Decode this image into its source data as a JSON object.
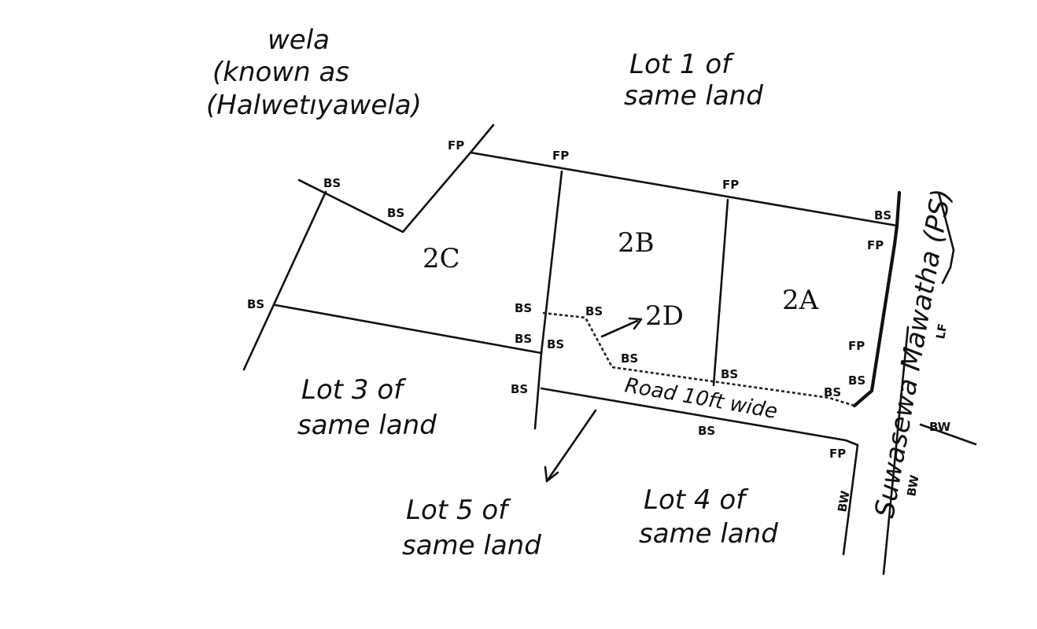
{
  "labels": {
    "wela_1": "wela",
    "wela_2": "(known as",
    "wela_3": "(Halwetıyawela)",
    "lot1_1": "Lot 1 of",
    "lot1_2": "same land",
    "lot3_1": "Lot 3 of",
    "lot3_2": "same land",
    "lot4_1": "Lot 4 of",
    "lot4_2": "same land",
    "lot5_1": "Lot 5 of",
    "lot5_2": "same land",
    "road": "Road 10ft wide",
    "street": "Suwasewa Mawatha (PS)"
  },
  "lots": {
    "l2a": "2A",
    "l2b": "2B",
    "l2c": "2C",
    "l2d": "2D"
  },
  "markers": {
    "bs": "BS",
    "fp": "FP",
    "bw": "BW",
    "lf": "LF"
  }
}
